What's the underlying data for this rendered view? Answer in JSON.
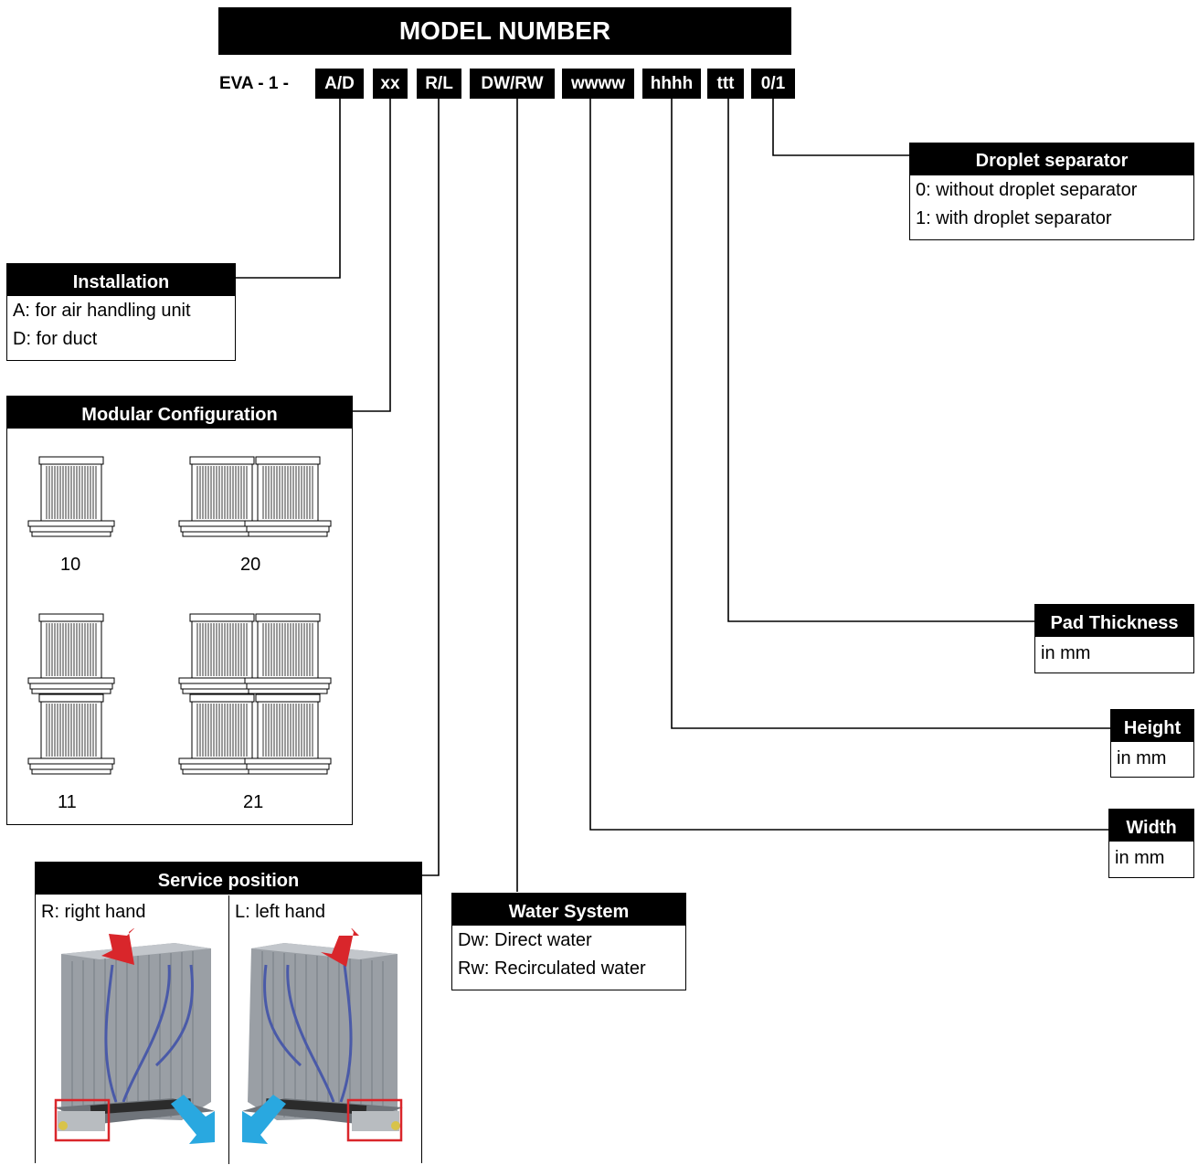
{
  "header": {
    "title": "MODEL NUMBER",
    "prefix": "EVA - 1 -",
    "segments": [
      "A/D",
      "xx",
      "R/L",
      "DW/RW",
      "wwww",
      "hhhh",
      "ttt",
      "0/1"
    ]
  },
  "droplet": {
    "title": "Droplet separator",
    "lines": [
      "0: without droplet separator",
      "1: with droplet separator"
    ]
  },
  "installation": {
    "title": "Installation",
    "lines": [
      "A: for air handling unit",
      "D: for duct"
    ]
  },
  "modular": {
    "title": "Modular Configuration",
    "labels": [
      "10",
      "20",
      "11",
      "21"
    ]
  },
  "service": {
    "title": "Service position",
    "right": "R: right hand",
    "left": "L: left hand"
  },
  "water": {
    "title": "Water System",
    "lines": [
      "Dw: Direct water",
      "Rw: Recirculated water"
    ]
  },
  "pad": {
    "title": "Pad Thickness",
    "unit": "in mm"
  },
  "height": {
    "title": "Height",
    "unit": "in mm"
  },
  "width": {
    "title": "Width",
    "unit": "in mm"
  },
  "colors": {
    "arrow_red": "#d9262b",
    "arrow_blue": "#29a8e0",
    "highlight": "#d9262b"
  }
}
